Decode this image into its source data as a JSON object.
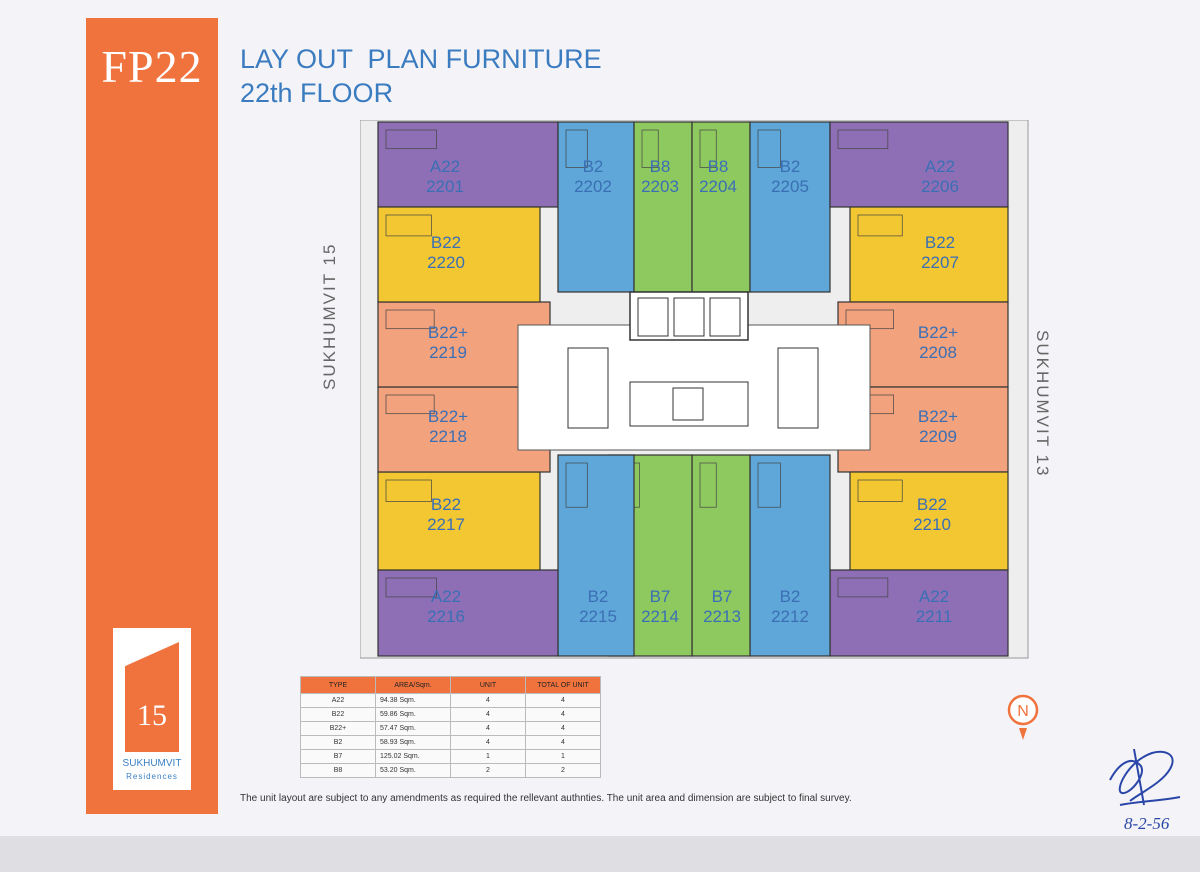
{
  "sheet": {
    "code": "FP22",
    "title": "LAY OUT  PLAN FURNITURE\n22th FLOOR",
    "brand": {
      "number": "15",
      "name": "SUKHUMVIT",
      "sub": "Residences"
    },
    "streets": {
      "west": "SUKHUMVIT 15",
      "east": "SUKHUMVIT 13"
    },
    "north_label": "N",
    "note": "The unit layout are subject to any amendments as required the rellevant authnties. The unit area and dimension are subject to final survey.",
    "signature_date": "8-2-56"
  },
  "colors": {
    "accent": "#f0733e",
    "title_blue": "#3b7bbf",
    "A22": "#8e6fb5",
    "B22": "#f2c731",
    "B22+": "#f2a27c",
    "B2": "#5ea7d8",
    "B7": "#8ec95f",
    "B8": "#8ec95f",
    "core": "#ffffff"
  },
  "units": [
    {
      "type": "A22",
      "number": "2201"
    },
    {
      "type": "B2",
      "number": "2202"
    },
    {
      "type": "B8",
      "number": "2203"
    },
    {
      "type": "B8",
      "number": "2204"
    },
    {
      "type": "B2",
      "number": "2205"
    },
    {
      "type": "A22",
      "number": "2206"
    },
    {
      "type": "B22",
      "number": "2207"
    },
    {
      "type": "B22+",
      "number": "2208"
    },
    {
      "type": "B22+",
      "number": "2209"
    },
    {
      "type": "B22",
      "number": "2210"
    },
    {
      "type": "A22",
      "number": "2211"
    },
    {
      "type": "B2",
      "number": "2212"
    },
    {
      "type": "B7",
      "number": "2213"
    },
    {
      "type": "B7",
      "number": "2214"
    },
    {
      "type": "B2",
      "number": "2215"
    },
    {
      "type": "A22",
      "number": "2216"
    },
    {
      "type": "B22",
      "number": "2217"
    },
    {
      "type": "B22+",
      "number": "2218"
    },
    {
      "type": "B22+",
      "number": "2219"
    },
    {
      "type": "B22",
      "number": "2220"
    }
  ],
  "table": {
    "headers": [
      "TYPE",
      "AREA/Sqm.",
      "UNIT",
      "TOTAL OF UNIT"
    ],
    "rows": [
      [
        "A22",
        "94.38 Sqm.",
        "4",
        "4"
      ],
      [
        "B22",
        "59.86 Sqm.",
        "4",
        "4"
      ],
      [
        "B22+",
        "57.47 Sqm.",
        "4",
        "4"
      ],
      [
        "B2",
        "58.93 Sqm.",
        "4",
        "4"
      ],
      [
        "B7",
        "125.02 Sqm.",
        "1",
        "1"
      ],
      [
        "B8",
        "53.20 Sqm.",
        "2",
        "2"
      ]
    ]
  }
}
